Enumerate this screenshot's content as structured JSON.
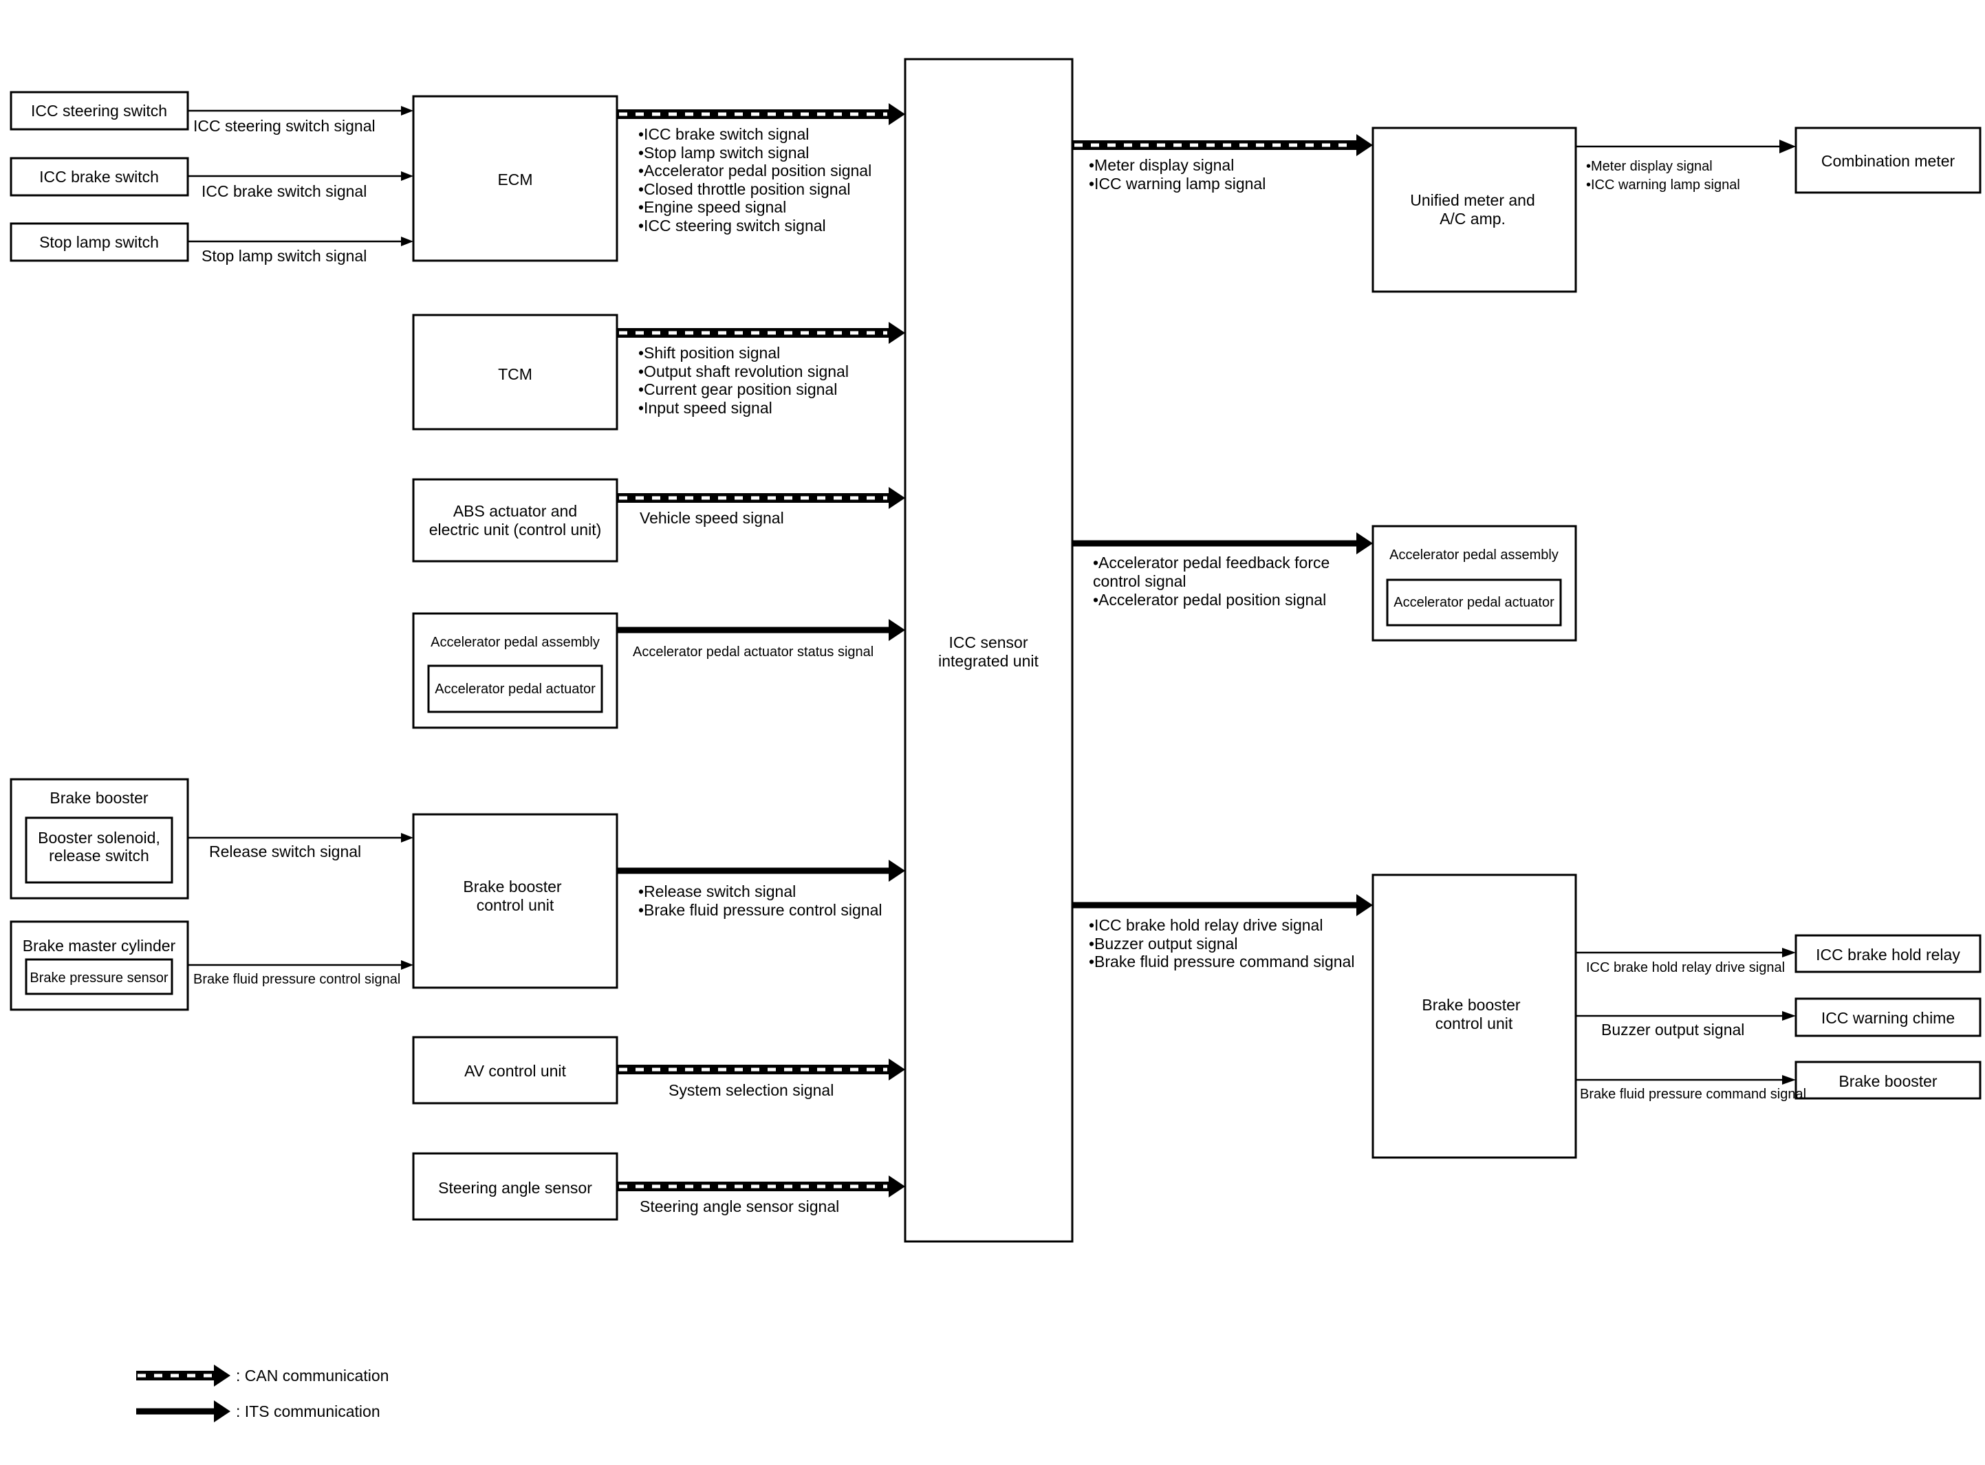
{
  "central_unit": [
    "ICC sensor",
    "integrated unit"
  ],
  "inputs": {
    "icc_steering_switch": "ICC steering switch",
    "icc_brake_switch": "ICC brake switch",
    "stop_lamp_switch": "Stop lamp switch",
    "brake_booster": "Brake booster",
    "booster_solenoid": [
      "Booster solenoid,",
      "release switch"
    ],
    "brake_master_cylinder": "Brake master cylinder",
    "brake_pressure_sensor": "Brake pressure sensor"
  },
  "input_signals": {
    "icc_steering_switch_signal": "ICC steering switch signal",
    "icc_brake_switch_signal": "ICC brake switch signal",
    "stop_lamp_switch_signal": "Stop lamp switch signal",
    "release_switch_signal": "Release switch signal",
    "brake_fluid_pressure_control_signal": "Brake fluid pressure control signal"
  },
  "left_units": {
    "ecm": "ECM",
    "tcm": "TCM",
    "abs": [
      "ABS actuator and",
      "electric unit (control unit)"
    ],
    "accel_assembly": "Accelerator pedal assembly",
    "accel_actuator": "Accelerator pedal actuator",
    "brake_booster_cu": [
      "Brake booster",
      "control unit"
    ],
    "av_control_unit": "AV control unit",
    "steering_angle_sensor": "Steering angle sensor"
  },
  "left_signals": {
    "ecm": [
      "•ICC brake switch signal",
      "•Stop lamp switch signal",
      "•Accelerator pedal position signal",
      "•Closed throttle position signal",
      "•Engine speed signal",
      "•ICC steering switch signal"
    ],
    "tcm": [
      "•Shift position signal",
      "•Output shaft revolution signal",
      "•Current gear position signal",
      "•Input speed signal"
    ],
    "abs": [
      "Vehicle speed signal"
    ],
    "accel": [
      "Accelerator pedal actuator status signal"
    ],
    "brake_booster_cu": [
      "•Release switch signal",
      "•Brake fluid pressure control signal"
    ],
    "av": [
      "System selection signal"
    ],
    "steering": [
      "Steering angle sensor signal"
    ]
  },
  "right_units": {
    "unified_meter": [
      "Unified meter and",
      "A/C amp."
    ],
    "combination_meter": "Combination meter",
    "accel_assembly": "Accelerator pedal assembly",
    "accel_actuator": "Accelerator pedal actuator",
    "brake_booster_cu": [
      "Brake booster",
      "control unit"
    ],
    "icc_brake_hold_relay": "ICC brake hold relay",
    "icc_warning_chime": "ICC warning chime",
    "brake_booster": "Brake booster"
  },
  "right_signals": {
    "meter": [
      "•Meter display signal",
      "•ICC warning lamp signal"
    ],
    "combination": [
      "•Meter display signal",
      "•ICC warning lamp signal"
    ],
    "accel": [
      "•Accelerator pedal feedback force",
      " control signal",
      "•Accelerator pedal position signal"
    ],
    "brake": [
      "•ICC brake hold relay drive signal",
      "•Buzzer output signal",
      "•Brake fluid pressure command signal"
    ],
    "hold_relay": "ICC brake hold relay drive signal",
    "buzzer": "Buzzer output signal",
    "pressure_command": "Brake fluid pressure command signal"
  },
  "legend": {
    "can": ": CAN communication",
    "its": ": ITS communication"
  }
}
